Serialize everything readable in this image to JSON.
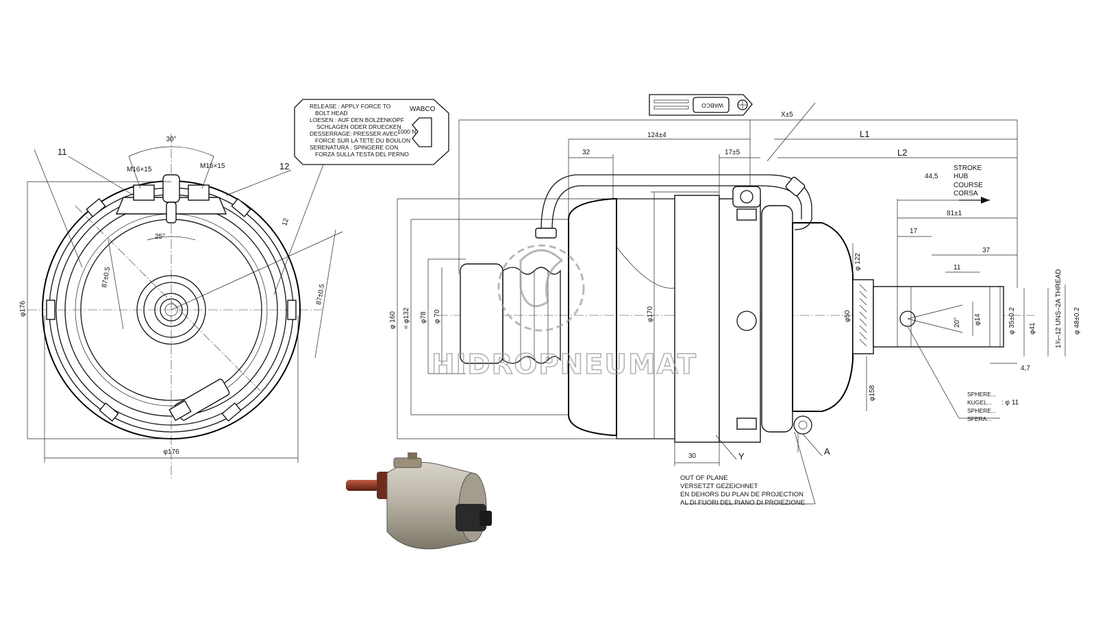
{
  "front_view": {
    "angle_top": "30°",
    "thread_left": "M16×15",
    "thread_right": "M16×15",
    "angle_inner": "25°",
    "bolt_circle_left": "87±0.5",
    "bolt_circle_right": "87±0.5",
    "offset_12": "12",
    "callout_11": "11",
    "callout_12": "12",
    "dia_height": "φ176",
    "dia_width": "φ176"
  },
  "release_plate": {
    "lines": [
      "RELEASE : APPLY FORCE TO",
      "BOLT HEAD",
      "LOESEN : AUF DEN BOLZENKOPF",
      "SCHLAGEN ODER DRUECKEN",
      "DESSERRAGE: PRESSER AVEC",
      "FORCE SUR LA TETE DU BOULON",
      "SERENATURA : SPINGERE CON",
      "FORZA SULLA TESTA DEL PERNO"
    ],
    "brand": "WABCO",
    "force": "1000 N"
  },
  "side_view": {
    "x_tol": "X±5",
    "l1": "L1",
    "l2": "L2",
    "dim_124": "124±4",
    "dim_32": "32",
    "dim_17_top": "17±5",
    "stroke_value": "44,5",
    "stroke_labels": [
      "STROKE",
      "HUB",
      "COURSE",
      "CORSA"
    ],
    "dim_81": "81±1",
    "dim_17": "17",
    "dim_37": "37",
    "dim_11": "11",
    "dim_160": "φ 160",
    "dim_132": "≈ φ132",
    "dim_78": "φ78",
    "dim_70": "φ 70",
    "dim_170": "φ170",
    "dim_122": "φ 122",
    "dim_50": "φ50",
    "dim_158": "φ158",
    "angle_20": "20°",
    "dim_14": "φ14",
    "dim_35": "φ 35±0.2",
    "dim_41": "φ41",
    "thread": "1¾–12 UNS–2A THREAD",
    "dim_48": "φ 48±0.2",
    "dim_4_7": "4,7",
    "dim_30": "30",
    "label_y": "Y",
    "label_a": "A",
    "sphere_labels": [
      "SPHERE...",
      "KUGEL...",
      "SPHERE...",
      "SFERA..."
    ],
    "sphere_dim": ": φ 11",
    "out_of_plane": [
      "OUT OF PLANE",
      "VERSETZT GEZEICHNET",
      "EN DEHORS DU PLAN DE PROJECTION",
      "AL DI FUORI DEL PIANO DI PROIEZIONE"
    ]
  },
  "watermark": "HIDROPNEUMAT",
  "nameplate_brand": "WABCO"
}
